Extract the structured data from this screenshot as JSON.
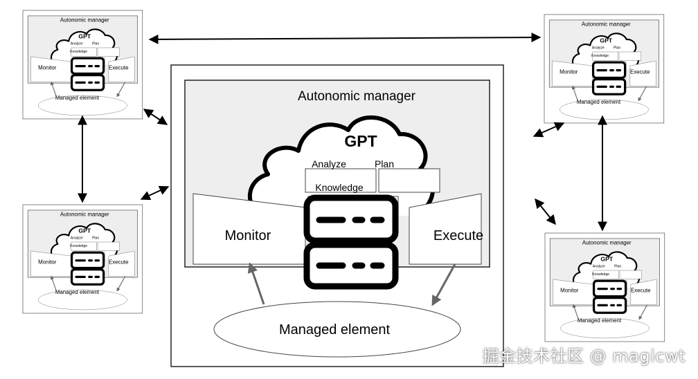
{
  "manager_title": "Autonomic manager",
  "gpt_label": "GPT",
  "analyze_label": "Analyze",
  "plan_label": "Plan",
  "knowledge_label": "Knowledge",
  "monitor_label": "Monitor",
  "execute_label": "Execute",
  "managed_element_label": "Managed element",
  "watermark": "掘金技术社区 @ magicwt"
}
